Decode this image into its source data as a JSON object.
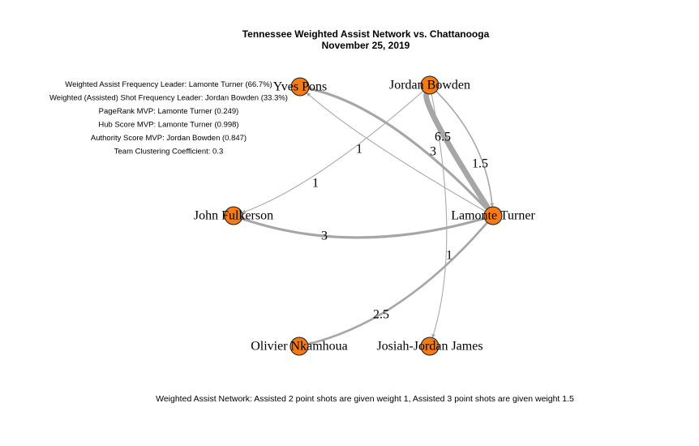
{
  "title": {
    "line1": "Tennessee Weighted Assist Network vs. Chattanooga",
    "line2": "November 25, 2019"
  },
  "stats": [
    "Weighted Assist Frequency Leader: Lamonte Turner (66.7%)",
    "Weighted (Assisted) Shot Frequency Leader: Jordan Bowden (33.3%)",
    "PageRank MVP: Lamonte Turner (0.249)",
    "Hub Score MVP: Lamonte Turner (0.998)",
    "Authority Score MVP: Jordan Bowden (0.847)",
    "Team Clustering Coefficient: 0.3"
  ],
  "caption": "Weighted Assist Network: Assisted 2 point shots are given weight 1, Assisted 3 point shots are given weight 1.5",
  "colors": {
    "node_fill": "#F47B16",
    "node_stroke": "#1a1a1a",
    "edge": "#A6A6A6"
  },
  "nodes": [
    {
      "id": "yves",
      "label": "Yves Pons"
    },
    {
      "id": "bowden",
      "label": "Jordan Bowden"
    },
    {
      "id": "fulkerson",
      "label": "John Fulkerson"
    },
    {
      "id": "turner",
      "label": "Lamonte Turner"
    },
    {
      "id": "nkamhoua",
      "label": "Olivier Nkamhoua"
    },
    {
      "id": "james",
      "label": "Josiah-Jordan James"
    }
  ],
  "edges": [
    {
      "from": "turner",
      "to": "bowden",
      "weight": 6.5,
      "label": "6.5"
    },
    {
      "from": "turner",
      "to": "yves",
      "weight": 3,
      "label": "3"
    },
    {
      "from": "bowden",
      "to": "turner",
      "weight": 1.5,
      "label": "1.5"
    },
    {
      "from": "turner",
      "to": "fulkerson",
      "weight": 3,
      "label": "3"
    },
    {
      "from": "turner",
      "to": "nkamhoua",
      "weight": 2.5,
      "label": "2.5"
    },
    {
      "from": "bowden",
      "to": "fulkerson",
      "weight": 1,
      "label": "1"
    },
    {
      "from": "turner",
      "to": "yves",
      "weight": 1,
      "label": "1"
    },
    {
      "from": "bowden",
      "to": "james",
      "weight": 1,
      "label": "1"
    }
  ]
}
